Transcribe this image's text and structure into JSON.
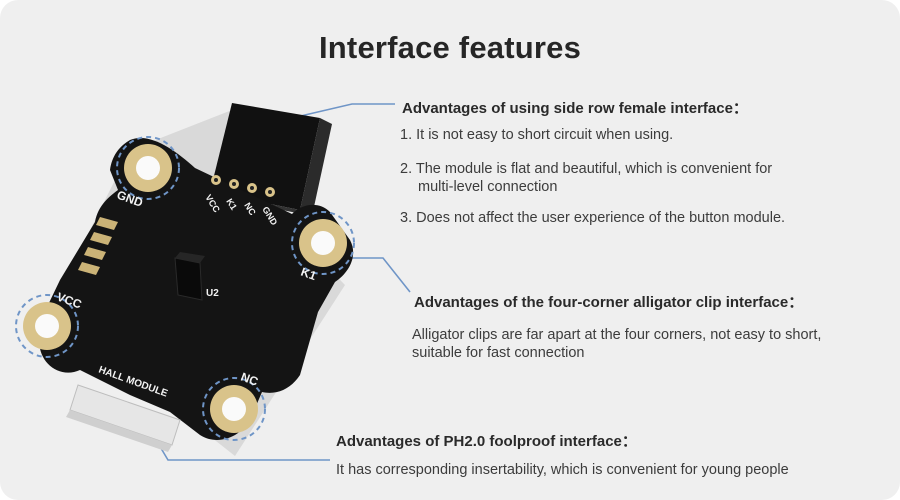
{
  "title": "Interface features",
  "colors": {
    "background": "#efefef",
    "pcb": "#121212",
    "pad_gold": "#d9c38a",
    "callout_line": "#6f95c7"
  },
  "board": {
    "pad_labels": {
      "gnd": "GND",
      "k1": "K1",
      "vcc": "VCC",
      "nc": "NC"
    },
    "pin_labels": [
      "VCC",
      "K1",
      "NC",
      "GND"
    ],
    "chip_label": "U2",
    "module_name": "HALL MODULE"
  },
  "features": [
    {
      "heading": "Advantages of using side row female interface：",
      "items": [
        {
          "line1": "1. It is not easy to short circuit when using."
        },
        {
          "line1": "2. The module is flat and beautiful, which is convenient for",
          "line2": "multi-level connection"
        },
        {
          "line1": "3. Does not affect the user experience of the button module."
        }
      ]
    },
    {
      "heading": "Advantages of the four-corner alligator clip interface：",
      "line1": "Alligator clips are far apart at the four corners, not easy to short,",
      "line2": "suitable for fast connection"
    },
    {
      "heading": "Advantages of PH2.0 foolproof interface：",
      "line1": "It has corresponding insertability, which is convenient for young people"
    }
  ]
}
